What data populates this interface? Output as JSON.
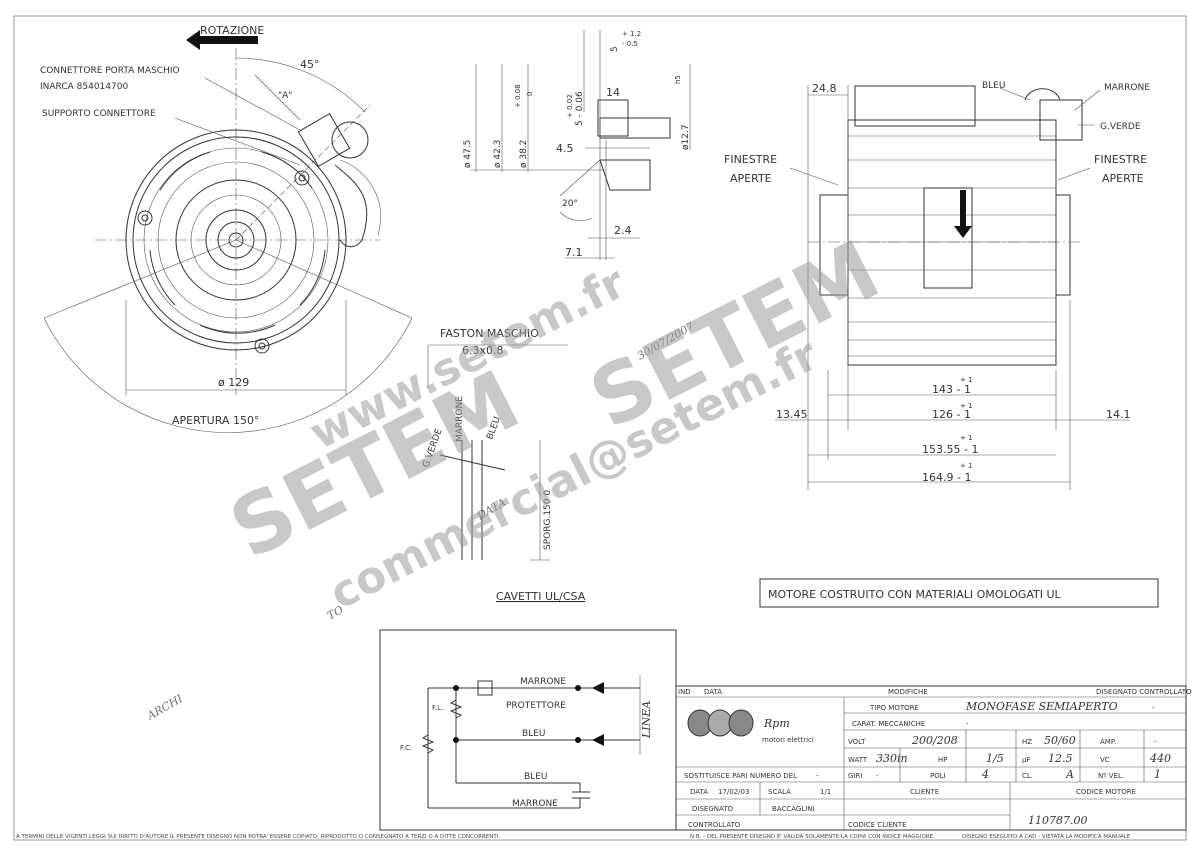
{
  "labels": {
    "rotazione": "ROTAZIONE",
    "connettore_line1": "CONNETTORE PORTA MASCHIO",
    "connettore_line2": "INARCA 854014700",
    "supporto": "SUPPORTO CONNETTORE",
    "angle_45": "45°",
    "angle_A": "\"A\"",
    "diam_129": "ø 129",
    "apertura": "APERTURA 150°",
    "faston_line1": "FASTON MASCHIO",
    "faston_line2": "6.3x0.8",
    "cavetti": "CAVETTI UL/CSA",
    "wire_gverde": "G.VERDE",
    "wire_marrone": "MARRONE",
    "wire_bleu": "BLEU",
    "sporgenza": "SPORG.150 0",
    "bleu_top": "BLEU",
    "marrone_top": "MARRONE",
    "gverde_top": "G.VERDE",
    "finestre_left_1": "FINESTRE",
    "finestre_left_2": "APERTE",
    "finestre_right_1": "FINESTRE",
    "finestre_right_2": "APERTE",
    "ul_notice": "MOTORE COSTRUITO CON MATERIALI OMOLOGATI UL",
    "footer_left": "A TERMINI DELLE VIGENTI LEGGI SUI DIRITTI D'AUTORE IL PRESENTE DISEGNO NON POTRA' ESSERE COPIATO, RIPRODOTTO O CONSEGNATO A TERZI O A DITTE CONCORRENTI.",
    "footer_mid": "N.B. - DEL PRESENTE DISEGNO E' VALIDA SOLAMENTE LA COPIA CON INDICE MAGGIORE.",
    "footer_right": "DISEGNO ESEGUITO A CAD - VIETATA LA MODIFICA MANUALE",
    "archi_stamp": "ARCHI",
    "to_stamp": "TO",
    "data_stamp": "DATA",
    "date_stamp": "30/07/2007"
  },
  "dimensions": {
    "d_47_5": "ø 47.5",
    "d_42_3": "ø 42.3",
    "d_38_2": "ø 38.2",
    "d_38_2_tol_top": "+ 0.08",
    "d_38_2_tol_bot": "0",
    "d_12_7": "ø12.7",
    "d_12_7_tol": "h5",
    "d_5_tol": "5 - 0.06",
    "d_5_tol_top": "+ 0.02",
    "d_5b": "5",
    "d_5b_tol_top": "+ 1.2",
    "d_5b_tol_bot": "- 0.5",
    "d_14": "14",
    "d_4_5": "4.5",
    "d_20": "20°",
    "d_2_4": "2.4",
    "d_7_1": "7.1",
    "d_24_8": "24.8",
    "d_143": "143 - 1",
    "d_126": "126 - 1",
    "d_13_45": "13.45",
    "d_14_1": "14.1",
    "d_153_55": "153.55 - 1",
    "d_164_9": "164.9 - 1",
    "d_plus1": "+ 1"
  },
  "schematic": {
    "marrone": "MARRONE",
    "protettore": "PROTETTORE",
    "bleu_1": "BLEU",
    "bleu_2": "BLEU",
    "marrone_2": "MARRONE",
    "linea": "LINEA",
    "fl": "F.L.",
    "fc": "F.C."
  },
  "title_block": {
    "ind": "IND",
    "data_hdr": "DATA",
    "modifiche": "MODIFICHE",
    "disegnato_controllato": "DISEGNATO CONTROLLATO",
    "logo_text": "Rpm",
    "logo_sub": "motori elettrici",
    "tipo_motore_lbl": "TIPO MOTORE",
    "tipo_motore_val": "MONOFASE SEMIAPERTO",
    "tipo_dash": "-",
    "carat_lbl": "CARAT. MECCANICHE",
    "carat_val": "-",
    "volt_lbl": "VOLT",
    "volt_val": "200/208",
    "hz_lbl": "HZ",
    "hz_val": "50/60",
    "amp_lbl": "AMP.",
    "amp_val": "-",
    "watt_lbl": "WATT",
    "watt_val": "330in",
    "hp_lbl": "HP",
    "hp_val": "1/5",
    "uf_lbl": "μF",
    "uf_val": "12.5",
    "vc_lbl": "VC",
    "vc_val": "440",
    "giri_lbl": "GIRI",
    "giri_val": "-",
    "poli_lbl": "POLI",
    "poli_val": "4",
    "cl_lbl": "CL.",
    "cl_val": "A",
    "nvel_lbl": "Nº VEL.",
    "nvel_val": "1",
    "sostituisce_lbl": "SOSTITUISCE PARI NUMERO DEL",
    "sostituisce_val": "-",
    "data_lbl": "DATA",
    "data_val": "17/02/03",
    "scala_lbl": "SCALA",
    "scala_val": "1/1",
    "disegnato_lbl": "DISEGNATO",
    "disegnato_val": "BACCAGLINI",
    "controllato_lbl": "CONTROLLATO",
    "cliente_lbl": "CLIENTE",
    "codice_cliente_lbl": "CODICE CLIENTE",
    "codice_motore_lbl": "CODICE MOTORE",
    "codice_motore_val": "110787.00"
  },
  "watermark": {
    "url": "www.setem.fr",
    "brand_1": "SETEM",
    "brand_2": "SETEM",
    "email": "commercial@setem.fr"
  }
}
